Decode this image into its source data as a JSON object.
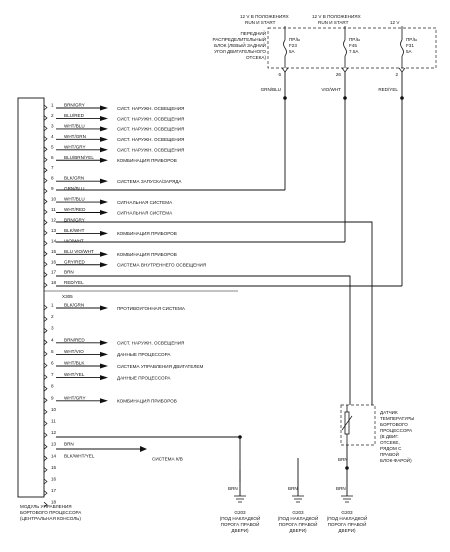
{
  "fuse_box": {
    "title": [
      "ПЕРЕДНИЙ",
      "РАСПРЕДЕЛИТЕЛЬНЫЙ",
      "БЛОК (ЛЕВЫЙ ЗАДНИЙ",
      "УГОЛ ДВИГАТЕЛЬНОГО",
      "ОТСЕКА)"
    ],
    "supply_labels": [
      [
        "12 V В ПОЛОЖЕНИЯХ",
        "RUN И START"
      ],
      [
        "12 V В ПОЛОЖЕНИЯХ",
        "RUN И START"
      ],
      [
        "12 V"
      ]
    ],
    "fuses": [
      {
        "lines": [
          "ПР./Ь",
          "F23",
          "5A"
        ],
        "pin": "6",
        "wire": "GRN/BLU"
      },
      {
        "lines": [
          "ПР./Ь",
          "F45",
          "7.5A"
        ],
        "pin": "26",
        "wire": "VIO/WHT"
      },
      {
        "lines": [
          "ПР./Ь",
          "F31",
          "5A"
        ],
        "pin": "2",
        "wire": "RED/YEL"
      }
    ]
  },
  "connector1": {
    "pins": [
      {
        "n": "1",
        "wire": "BRN/GRY",
        "dest": "СИСТ. НАРУЖН. ОСВЕЩЕНИЯ"
      },
      {
        "n": "2",
        "wire": "BLU/RED",
        "dest": "СИСТ. НАРУЖН. ОСВЕЩЕНИЯ"
      },
      {
        "n": "3",
        "wire": "WHT/BLU",
        "dest": "СИСТ. НАРУЖН. ОСВЕЩЕНИЯ"
      },
      {
        "n": "4",
        "wire": "WHT/GRN",
        "dest": "СИСТ. НАРУЖН. ОСВЕЩЕНИЯ"
      },
      {
        "n": "5",
        "wire": "WHT/GRY",
        "dest": "СИСТ. НАРУЖН. ОСВЕЩЕНИЯ"
      },
      {
        "n": "6",
        "wire": "BLU/BRN/YEL",
        "dest": "КОМБИНАЦИЯ ПРИБОРОВ"
      },
      {
        "n": "7",
        "wire": "",
        "dest": ""
      },
      {
        "n": "8",
        "wire": "BLK/GRN",
        "dest": "СИСТЕМА ЗАПУСКА/ЗАРЯДА"
      },
      {
        "n": "9",
        "wire": "GRN/BLU",
        "dest": ""
      },
      {
        "n": "10",
        "wire": "WHT/BLU",
        "dest": "СИГНАЛЬНАЯ СИСТЕМА"
      },
      {
        "n": "11",
        "wire": "WHT/RED",
        "dest": "СИГНАЛЬНАЯ СИСТЕМА"
      },
      {
        "n": "12",
        "wire": "BRN/GRY",
        "dest": ""
      },
      {
        "n": "13",
        "wire": "BLK/WHT",
        "dest": "КОМБИНАЦИЯ ПРИБОРОВ"
      },
      {
        "n": "14",
        "wire": "VIO/WHT",
        "dest": ""
      },
      {
        "n": "15",
        "wire": "BLU VIO/WHT",
        "dest": "КОМБИНАЦИЯ ПРИБОРОВ"
      },
      {
        "n": "16",
        "wire": "GRY/RED",
        "dest": "СИСТЕМА ВНУТРЕННЕГО ОСВЕЩЕНИЯ"
      },
      {
        "n": "17",
        "wire": "BRN",
        "dest": ""
      },
      {
        "n": "18",
        "wire": "RED/YEL",
        "dest": ""
      }
    ]
  },
  "connector2": {
    "label": "X305",
    "pins": [
      {
        "n": "1",
        "wire": "BLK/GRN",
        "dest": "ПРОТИВОУГОННАЯ СИСТЕМА"
      },
      {
        "n": "2",
        "wire": "",
        "dest": ""
      },
      {
        "n": "3",
        "wire": "",
        "dest": ""
      },
      {
        "n": "4",
        "wire": "BRN/RED",
        "dest": "СИСТ. НАРУЖН. ОСВЕЩЕНИЯ"
      },
      {
        "n": "5",
        "wire": "WHT/VIO",
        "dest": "ДАННЫЕ ПРОЦЕССОРА"
      },
      {
        "n": "6",
        "wire": "WHT/BLK",
        "dest": "СИСТЕМА УПРАВЛЕНИЯ ДВИГАТЕЛЕМ"
      },
      {
        "n": "7",
        "wire": "WHT/YEL",
        "dest": "ДАННЫЕ ПРОЦЕССОРА"
      },
      {
        "n": "8",
        "wire": "",
        "dest": ""
      },
      {
        "n": "9",
        "wire": "WHT/GRY",
        "dest": "КОМБИНАЦИЯ ПРИБОРОВ"
      },
      {
        "n": "10",
        "wire": "",
        "dest": ""
      },
      {
        "n": "11",
        "wire": "",
        "dest": ""
      },
      {
        "n": "12",
        "wire": "",
        "dest": ""
      },
      {
        "n": "13",
        "wire": "BRN",
        "dest": ""
      },
      {
        "n": "14",
        "wire": "BLK/WHT/YEL",
        "dest": "СИСТЕМА К/В"
      },
      {
        "n": "15",
        "wire": "",
        "dest": ""
      },
      {
        "n": "16",
        "wire": "",
        "dest": ""
      },
      {
        "n": "17",
        "wire": "",
        "dest": ""
      },
      {
        "n": "18",
        "wire": "",
        "dest": ""
      }
    ]
  },
  "module_label": [
    "МОДУЛЬ УПРАВЛЕНИЯ",
    "БОРТОВОГО ПРОЦЕССОРА",
    "(ЦЕНТРАЛЬНАЯ КОНСОЛЬ)"
  ],
  "sensor_label": [
    "ДАТЧИК",
    "ТЕМПЕРАТУРЫ",
    "БОРТОВОГО",
    "ПРОЦЕССОРА",
    "(В ДВИГ.",
    "ОТСЕКЕ,",
    "РЯДОМ С",
    "ПРАВОЙ",
    "БЛОК-ФАРОЙ)"
  ],
  "ground_wire_label": "BRN",
  "grounds": [
    {
      "id": "G203",
      "lines": [
        "(ПОД НАКЛАДКОЙ",
        "ПОРОГА ПРАВОЙ",
        "ДВЕРИ)"
      ]
    },
    {
      "id": "G203",
      "lines": [
        "(ПОД НАКЛАДКОЙ",
        "ПОРОГА ПРАВОЙ",
        "ДВЕРИ)"
      ]
    },
    {
      "id": "G203",
      "lines": [
        "(ПОД НАКЛАДКОЙ",
        "ПОРОГА ПРАВОЙ",
        "ДВЕРИ)"
      ]
    }
  ]
}
